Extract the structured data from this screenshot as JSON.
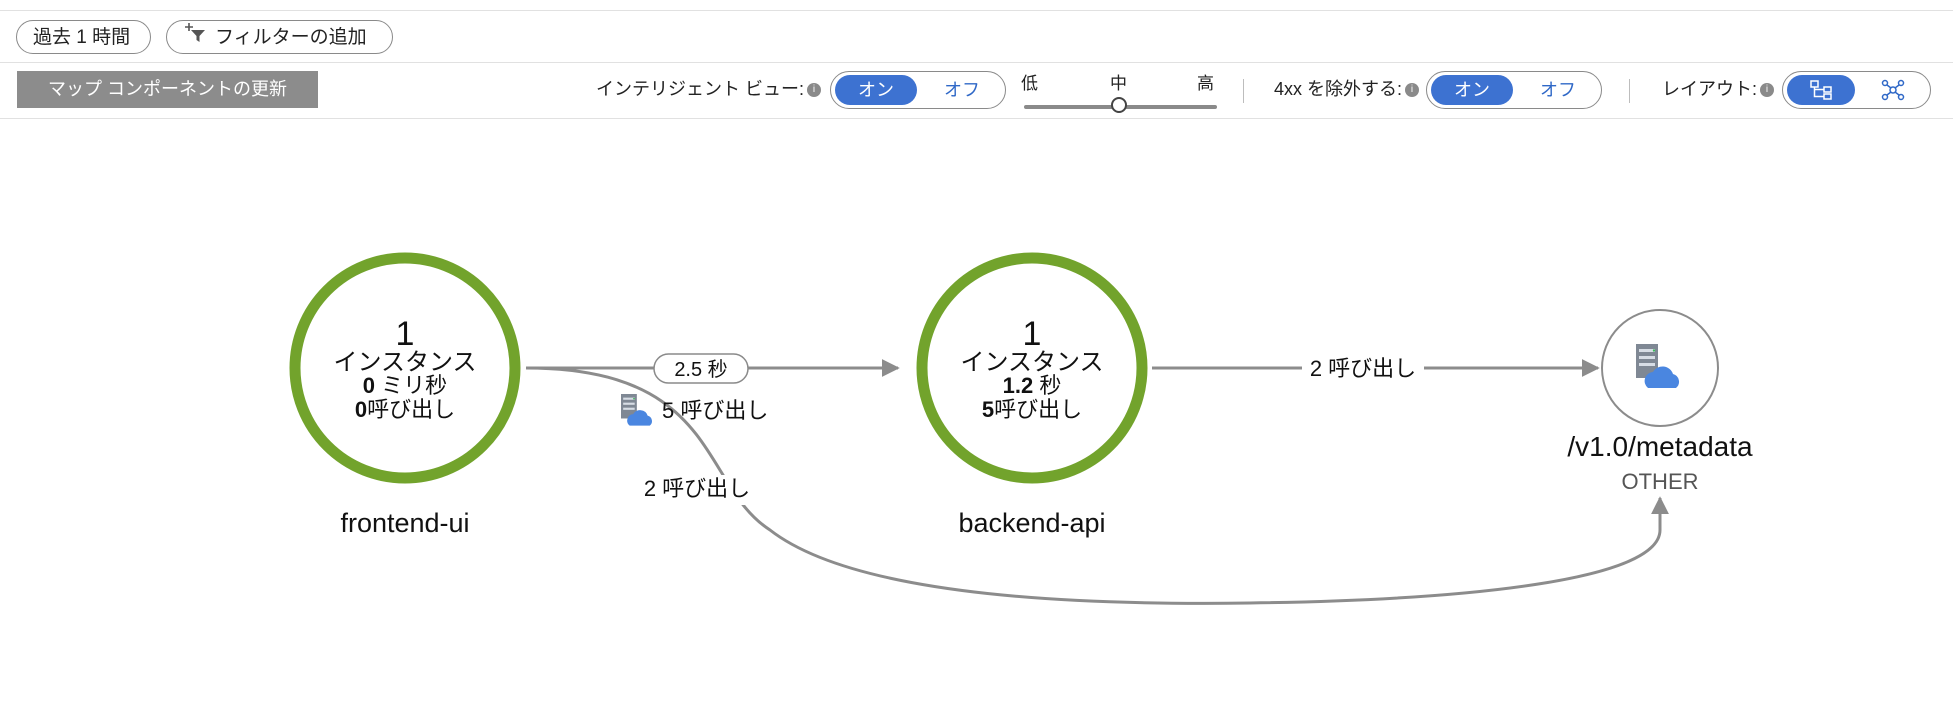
{
  "toolbar": {
    "time_range": "過去 1 時間",
    "add_filter": "フィルターの追加",
    "refresh_button": "マップ コンポーネントの更新",
    "intelligent_view": {
      "label": "インテリジェント ビュー:",
      "on": "オン",
      "off": "オフ",
      "selected": "オン"
    },
    "sensitivity": {
      "low": "低",
      "mid": "中",
      "high": "高",
      "value": "中"
    },
    "exclude_4xx": {
      "label": "4xx を除外する:",
      "on": "オン",
      "off": "オフ",
      "selected": "オン"
    },
    "layout": {
      "label": "レイアウト:",
      "selected": "hierarchical-layout-icon",
      "options": [
        "hierarchical-layout-icon",
        "network-layout-icon"
      ]
    }
  },
  "map": {
    "colors": {
      "healthy": "#72a32c",
      "edge": "#8c8c8c",
      "dependency": "#8c8c8c",
      "cloud": "#4a86e0"
    },
    "nodes": {
      "frontend": {
        "name": "frontend-ui",
        "count": "1",
        "instances_label": "インスタンス",
        "duration_value": "0",
        "duration_unit": "ミリ秒",
        "calls_value": "0",
        "calls_unit": "呼び出し"
      },
      "backend": {
        "name": "backend-api",
        "count": "1",
        "instances_label": "インスタンス",
        "duration_value": "1.2",
        "duration_unit": "秒",
        "calls_value": "5",
        "calls_unit": "呼び出し"
      },
      "metadata": {
        "name": "/v1.0/metadata",
        "type": "OTHER",
        "icon": "server-cloud-icon"
      }
    },
    "edges": {
      "frontend_to_backend": {
        "duration_badge": "2.5 秒",
        "calls": "5 呼び出し",
        "icon": "server-cloud-icon"
      },
      "backend_to_metadata": {
        "calls": "2 呼び出し"
      },
      "frontend_to_metadata": {
        "calls": "2 呼び出し"
      }
    }
  }
}
